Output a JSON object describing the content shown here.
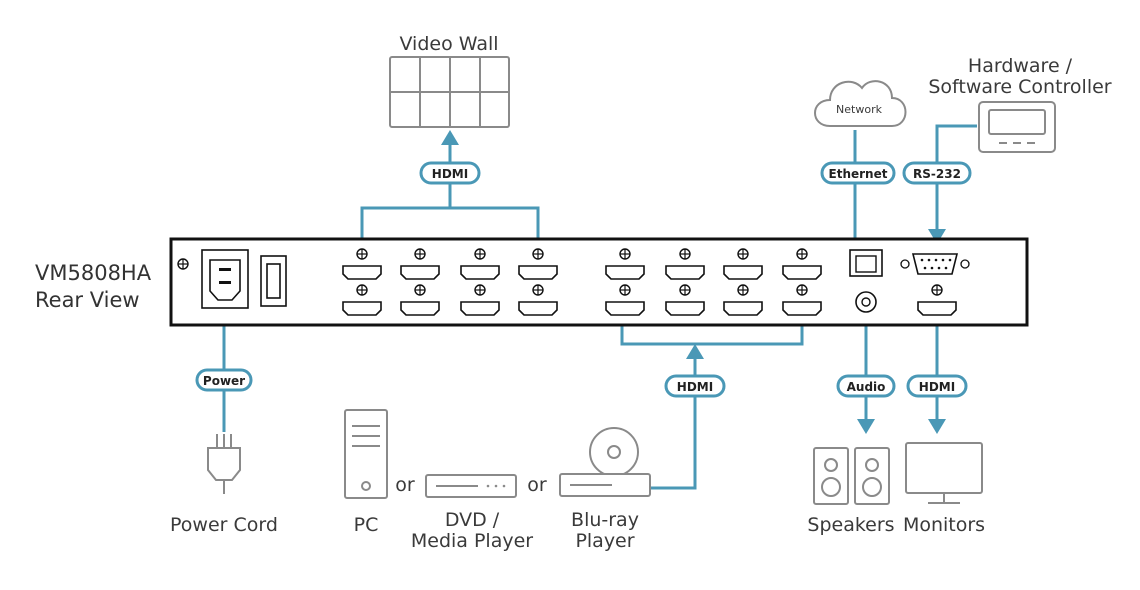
{
  "title": {
    "line1": "VM5808HA",
    "line2": "Rear View"
  },
  "labels": {
    "video_wall": "Video Wall",
    "network": "Network",
    "hw_controller_line1": "Hardware /",
    "hw_controller_line2": "Software Controller",
    "power_cord": "Power Cord",
    "pc": "PC",
    "or1": "or",
    "dvd_line1": "DVD /",
    "dvd_line2": "Media Player",
    "or2": "or",
    "bluray_line1": "Blu-ray",
    "bluray_line2": "Player",
    "speakers": "Speakers",
    "monitors": "Monitors"
  },
  "connectors": {
    "hdmi_out": "HDMI",
    "ethernet": "Ethernet",
    "rs232": "RS-232",
    "power": "Power",
    "hdmi_in": "HDMI",
    "audio": "Audio",
    "hdmi_monitor": "HDMI"
  },
  "colors": {
    "connector_line": "#4a98b6",
    "device_outline": "#8a8a8a",
    "chassis": "#111111"
  }
}
